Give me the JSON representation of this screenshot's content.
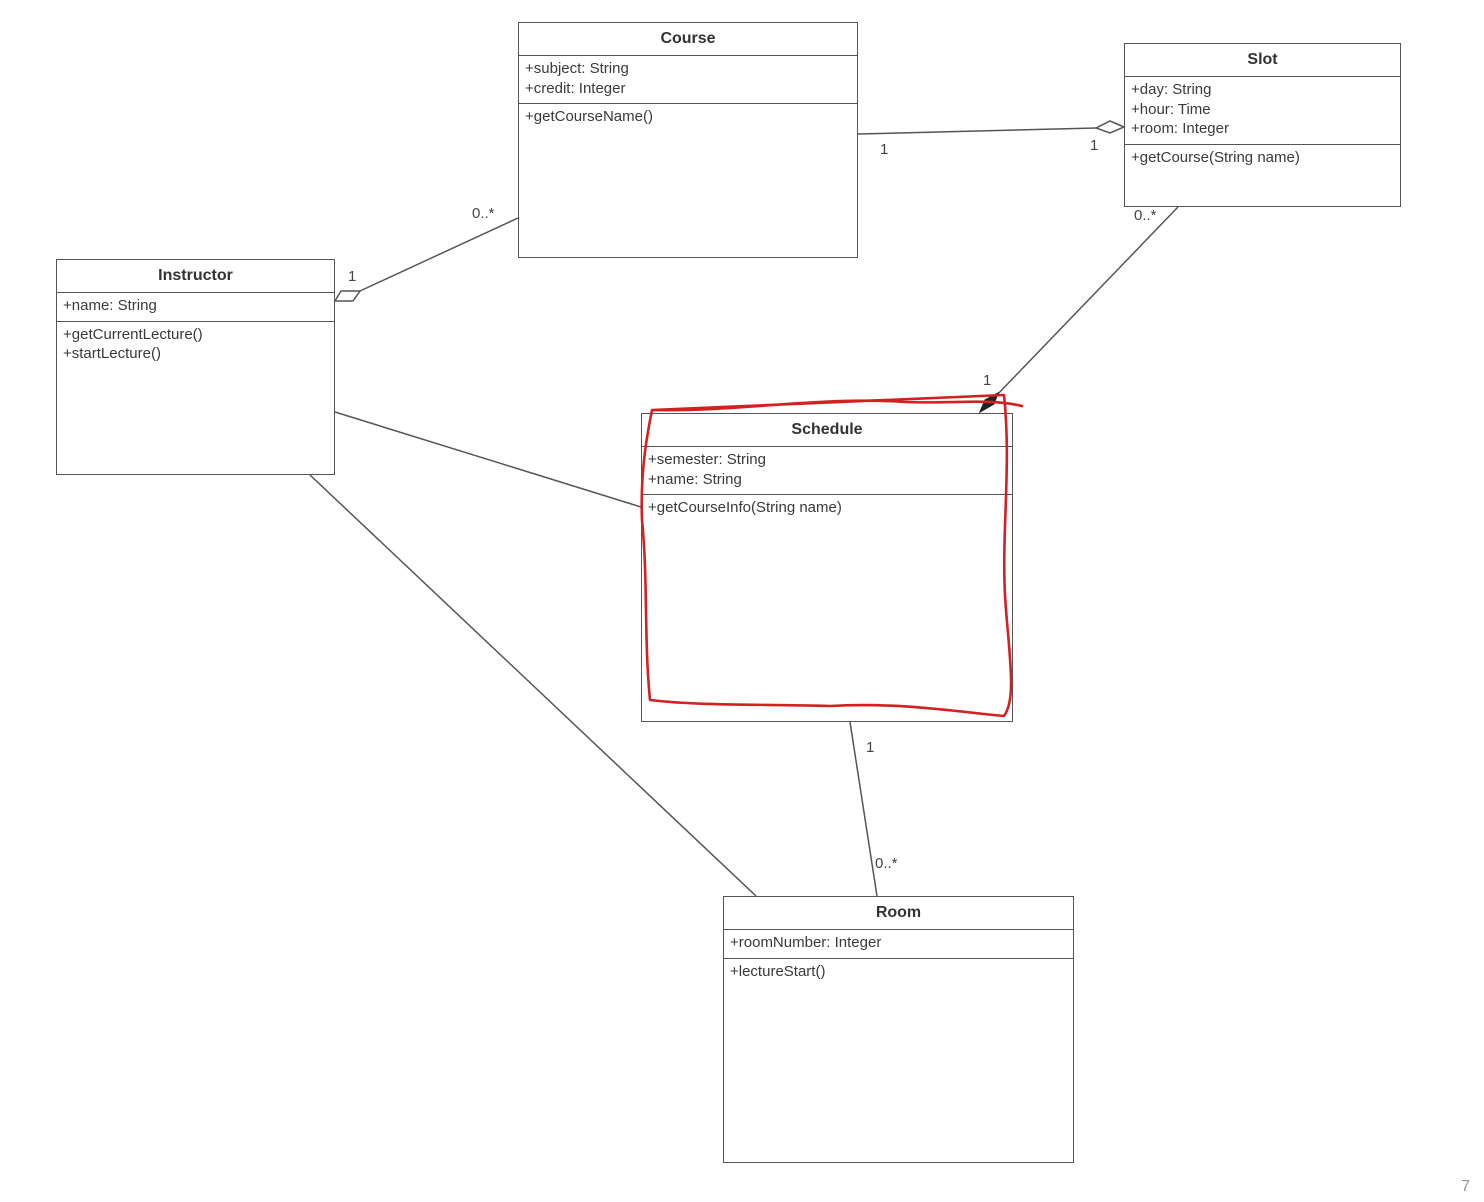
{
  "classes": {
    "course": {
      "title": "Course",
      "attributes": [
        "+subject: String",
        "+credit: Integer"
      ],
      "operations": [
        "+getCourseName()"
      ]
    },
    "slot": {
      "title": "Slot",
      "attributes": [
        "+day: String",
        "+hour: Time",
        "+room: Integer"
      ],
      "operations": [
        "+getCourse(String name)"
      ]
    },
    "instructor": {
      "title": "Instructor",
      "attributes": [
        "+name: String"
      ],
      "operations": [
        "+getCurrentLecture()",
        "+startLecture()"
      ]
    },
    "schedule": {
      "title": "Schedule",
      "attributes": [
        "+semester: String",
        "+name: String"
      ],
      "operations": [
        "+getCourseInfo(String name)"
      ]
    },
    "room": {
      "title": "Room",
      "attributes": [
        "+roomNumber: Integer"
      ],
      "operations": [
        "+lectureStart()"
      ]
    }
  },
  "associations": [
    {
      "from": "course",
      "to": "slot",
      "from_mult": "1",
      "to_mult": "1",
      "kind": "aggregation",
      "diamond_at": "slot"
    },
    {
      "from": "instructor",
      "to": "course",
      "from_mult": "1",
      "to_mult": "0..*",
      "kind": "aggregation",
      "diamond_at": "instructor"
    },
    {
      "from": "slot",
      "to": "schedule",
      "from_mult": "0..*",
      "to_mult": "1",
      "kind": "composition",
      "diamond_at": "schedule"
    },
    {
      "from": "instructor",
      "to": "schedule",
      "kind": "association"
    },
    {
      "from": "instructor",
      "to": "room",
      "kind": "association"
    },
    {
      "from": "schedule",
      "to": "room",
      "from_mult": "1",
      "to_mult": "0..*",
      "kind": "association"
    }
  ],
  "annotation": {
    "highlight_target": "schedule",
    "color": "#d42020"
  },
  "page_number": "7"
}
